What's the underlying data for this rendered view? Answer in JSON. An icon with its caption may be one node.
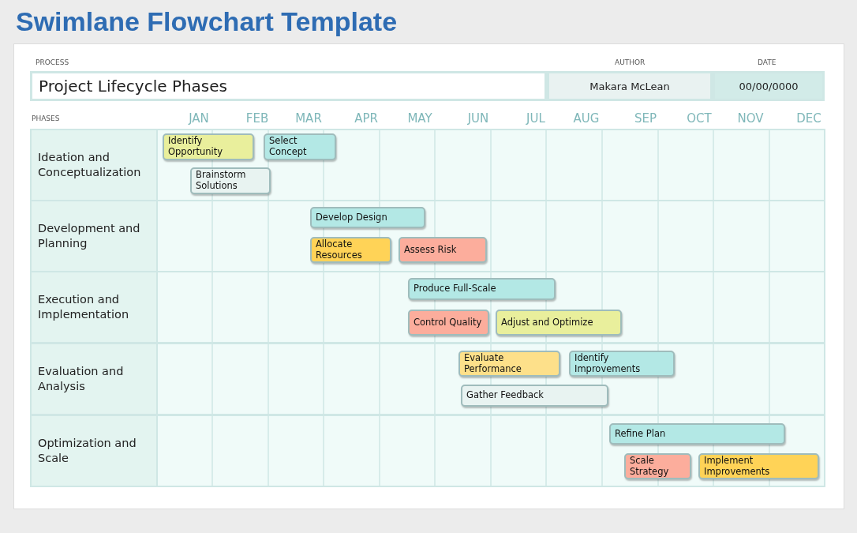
{
  "diagram": {
    "title": "Swimlane Flowchart Template",
    "nodes": [
      {
        "text": [
          "PROCESS",
          "Project Lifecycle Phases"
        ]
      },
      {
        "text": [
          "AUTHOR",
          "Makara McLean"
        ]
      },
      {
        "text": [
          "DATE",
          "00/00/0000"
        ]
      },
      {
        "text": [
          "Ideation and Conceptualization"
        ]
      },
      {
        "text": [
          "Identify Opportunity"
        ],
        "in": 3
      },
      {
        "text": [
          "Select Concept"
        ],
        "in": 3
      },
      {
        "text": [
          "Brainstorm Solutions"
        ],
        "in": 3
      },
      {
        "text": [
          "Development and Planning"
        ]
      },
      {
        "text": [
          "Develop Design"
        ],
        "in": 7
      },
      {
        "text": [
          "Allocate Resources"
        ],
        "in": 7
      },
      {
        "text": [
          "Assess Risk"
        ],
        "in": 7
      },
      {
        "text": [
          "Execution and Implementation"
        ]
      },
      {
        "text": [
          "Produce Full-Scale"
        ],
        "in": 11
      },
      {
        "text": [
          "Control Quality"
        ],
        "in": 11
      },
      {
        "text": [
          "Adjust and Optimize"
        ],
        "in": 11
      },
      {
        "text": [
          "Evaluation and Analysis"
        ]
      },
      {
        "text": [
          "Evaluate Performance"
        ],
        "in": 15
      },
      {
        "text": [
          "Identify Improvements"
        ],
        "in": 15
      },
      {
        "text": [
          "Gather Feedback"
        ],
        "in": 15
      },
      {
        "text": [
          "Optimization and Scale"
        ]
      },
      {
        "text": [
          "Refine Plan"
        ],
        "in": 19
      },
      {
        "text": [
          "Scale Strategy"
        ],
        "in": 19
      },
      {
        "text": [
          "Implement Improvements"
        ],
        "in": 19
      }
    ],
    "edges": [],
    "labels": [
      "PHASES",
      "JAN",
      "FEB",
      "MAR",
      "APR",
      "MAY",
      "JUN",
      "JUL",
      "AUG",
      "SEP",
      "OCT",
      "NOV",
      "DEC"
    ]
  }
}
